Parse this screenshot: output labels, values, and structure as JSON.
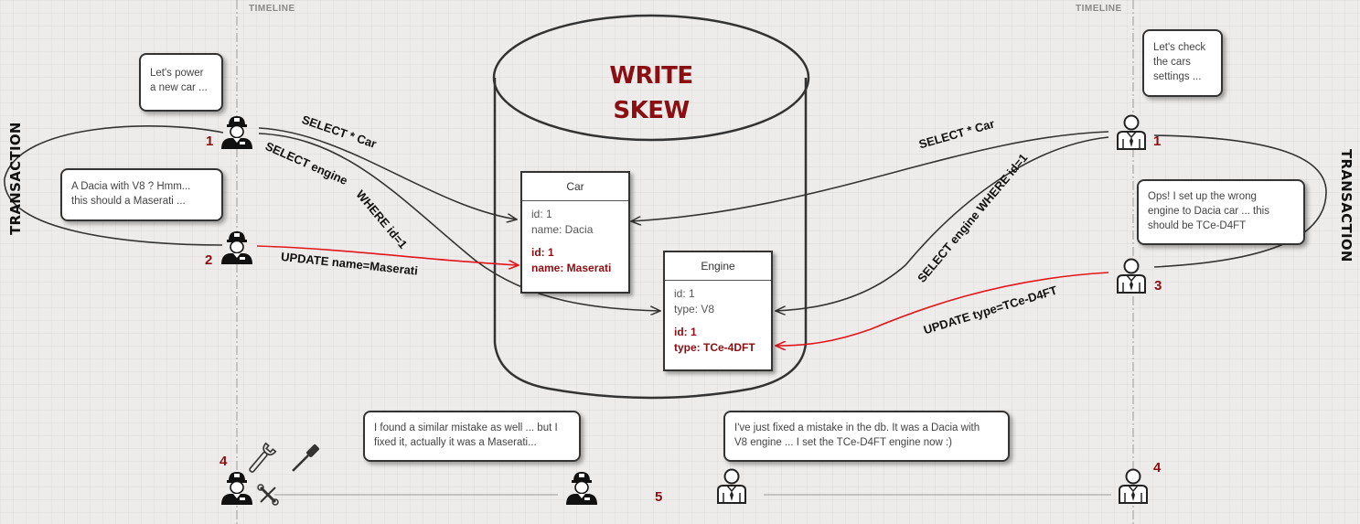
{
  "timeline": {
    "left_label": "TIMELINE",
    "right_label": "TIMELINE"
  },
  "transaction": {
    "left_label": "TRANSACTION",
    "right_label": "TRANSACTION"
  },
  "title": {
    "line1": "WRITE",
    "line2": "SKEW"
  },
  "bubbles": {
    "mechanic_1": [
      "Let's power",
      "a new car ..."
    ],
    "mechanic_2": [
      "A Dacia with V8 ? Hmm...",
      "this should a Maserati ..."
    ],
    "manager_1": [
      "Let's check",
      "the cars",
      "settings ..."
    ],
    "manager_3": [
      "Ops! I set up the wrong",
      "engine to Dacia car ... this",
      "should be TCe-D4FT"
    ],
    "mechanic_5": [
      "I found a similar mistake as well ... but I",
      "fixed it, actually it was a Maserati..."
    ],
    "manager_5": [
      "I've just fixed a mistake in the db. It was a Dacia with",
      "V8 engine ... I set the TCe-D4FT engine now :)"
    ]
  },
  "car_entity": {
    "name": "Car",
    "before": [
      "id: 1",
      "name: Dacia"
    ],
    "after": [
      "id: 1",
      "name: Maserati"
    ]
  },
  "engine_entity": {
    "name": "Engine",
    "before": [
      "id: 1",
      "type: V8"
    ],
    "after": [
      "id: 1",
      "type: TCe-4DFT"
    ]
  },
  "queries": {
    "left_select_car": "SELECT * Car",
    "left_select_engine_1": "SELECT engine",
    "left_select_engine_2": "WHERE id=1",
    "left_update": "UPDATE name=Maserati",
    "right_select_car": "SELECT * Car",
    "right_select_engine": "SELECT engine WHERE id=1",
    "right_update": "UPDATE type=TCe-D4FT"
  },
  "steps": {
    "left_1": "1",
    "left_2": "2",
    "left_4": "4",
    "right_1": "1",
    "right_3": "3",
    "right_4": "4",
    "center_5": "5"
  },
  "colors": {
    "accent": "#8b0e12",
    "line": "#333333",
    "update_arrow": "#e0161b"
  }
}
